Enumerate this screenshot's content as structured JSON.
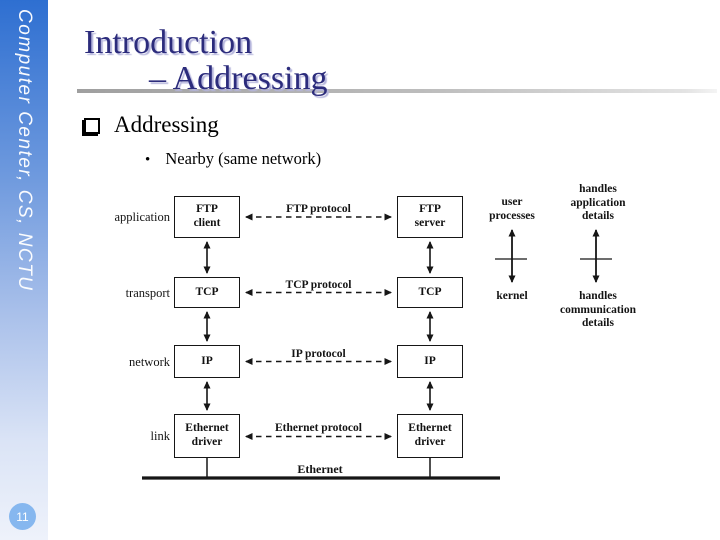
{
  "slide": {
    "sidebar_text": "Computer Center, CS, NCTU",
    "page_number": "11",
    "title_line1": "Introduction",
    "title_line2": "– Addressing",
    "bullet1": "Addressing",
    "bullet2": "Nearby (same network)"
  },
  "colors": {
    "sidebar_top": "#2e6fd1",
    "sidebar_bottom": "#eef2fb",
    "title": "#2c2c7c",
    "title_shadow": "#b5b5dc",
    "rule": "#bdbdbd",
    "page_badge": "#86b7ef",
    "diagram_ink": "#161616"
  },
  "diagram": {
    "rows": [
      {
        "layer": "application",
        "left_box": "FTP\nclient",
        "right_box": "FTP\nserver",
        "protocol": "FTP protocol"
      },
      {
        "layer": "transport",
        "left_box": "TCP",
        "right_box": "TCP",
        "protocol": "TCP protocol"
      },
      {
        "layer": "network",
        "left_box": "IP",
        "right_box": "IP",
        "protocol": "IP protocol"
      },
      {
        "layer": "link",
        "left_box": "Ethernet\ndriver",
        "right_box": "Ethernet\ndriver",
        "protocol": "Ethernet protocol"
      }
    ],
    "annotations": {
      "user_processes": "user\nprocesses",
      "kernel": "kernel",
      "handles_application": "handles\napplication\ndetails",
      "handles_communication": "handles\ncommunication\ndetails"
    },
    "bus_label": "Ethernet"
  }
}
